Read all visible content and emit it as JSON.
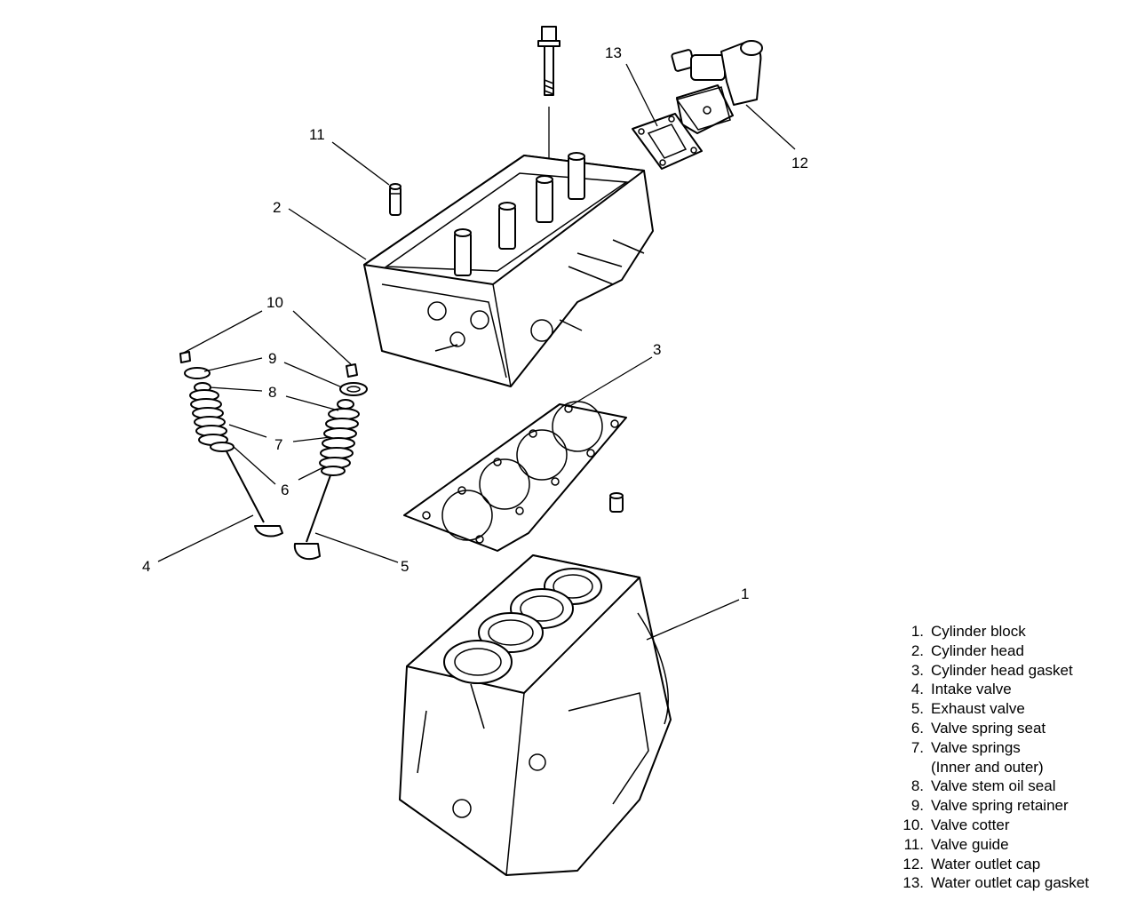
{
  "callouts": {
    "c1": "1",
    "c2": "2",
    "c3": "3",
    "c4": "4",
    "c5": "5",
    "c6": "6",
    "c7": "7",
    "c8": "8",
    "c9": "9",
    "c10": "10",
    "c11": "11",
    "c12": "12",
    "c13": "13"
  },
  "legend": [
    {
      "num": "1.",
      "label": "Cylinder block"
    },
    {
      "num": "2.",
      "label": "Cylinder head"
    },
    {
      "num": "3.",
      "label": "Cylinder head gasket"
    },
    {
      "num": "4.",
      "label": "Intake valve"
    },
    {
      "num": "5.",
      "label": "Exhaust valve"
    },
    {
      "num": "6.",
      "label": "Valve spring seat"
    },
    {
      "num": "7.",
      "label": "Valve springs"
    },
    {
      "num": "",
      "label": "(Inner and outer)"
    },
    {
      "num": "8.",
      "label": "Valve stem oil seal"
    },
    {
      "num": "9.",
      "label": "Valve spring retainer"
    },
    {
      "num": "10.",
      "label": "Valve cotter"
    },
    {
      "num": "11.",
      "label": "Valve guide"
    },
    {
      "num": "12.",
      "label": "Water outlet cap"
    },
    {
      "num": "13.",
      "label": "Water outlet cap gasket"
    }
  ]
}
